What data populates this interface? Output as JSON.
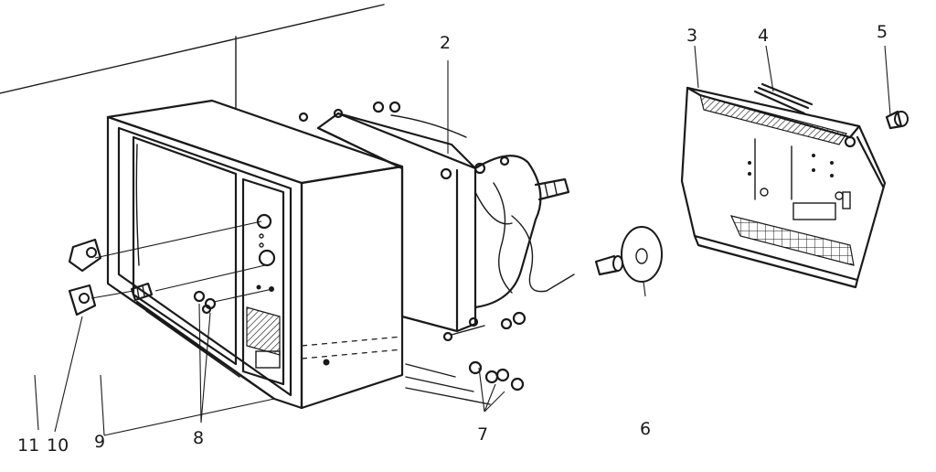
{
  "callouts": [
    {
      "id": "1",
      "text": "2"
    },
    {
      "id": "2",
      "text": "3"
    },
    {
      "id": "3",
      "text": "4"
    },
    {
      "id": "4",
      "text": "5"
    },
    {
      "id": "5",
      "text": "6"
    },
    {
      "id": "6",
      "text": "7"
    },
    {
      "id": "7",
      "text": "8"
    },
    {
      "id": "8",
      "text": "9"
    },
    {
      "id": "9",
      "text": "10"
    },
    {
      "id": "10",
      "text": "11"
    }
  ],
  "colors": {
    "ink": "#1a1a1a",
    "paper": "#ffffff"
  }
}
